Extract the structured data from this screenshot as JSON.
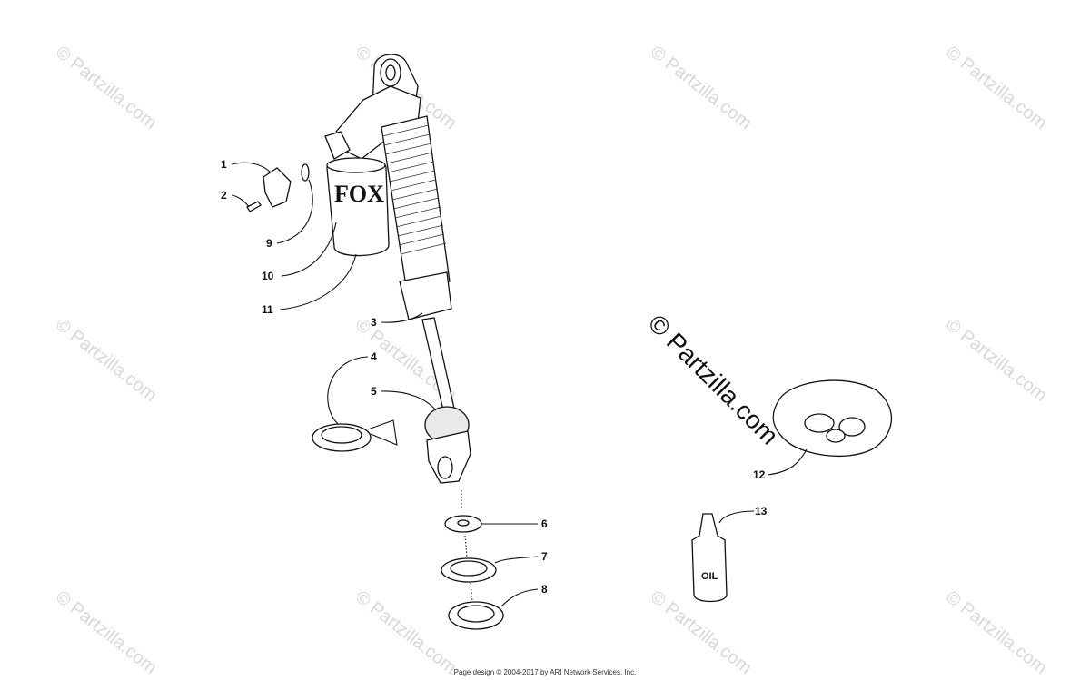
{
  "watermark": "© Partzilla.com",
  "watermark_main": "© Partzilla.com",
  "footer": "Page design © 2004-2017 by ARI Network Services, Inc.",
  "oil_label": "OIL",
  "callouts": [
    "1",
    "2",
    "3",
    "4",
    "5",
    "6",
    "7",
    "8",
    "9",
    "10",
    "11",
    "12",
    "13"
  ]
}
